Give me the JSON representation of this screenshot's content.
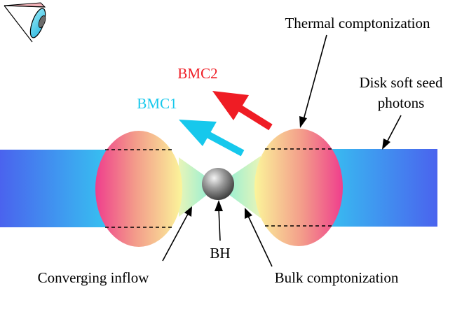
{
  "labels": {
    "thermal": "Thermal comptonization",
    "bmc2": "BMC2",
    "bmc1": "BMC1",
    "disk_line1": "Disk soft seed",
    "disk_line2": "photons",
    "bh": "BH",
    "converging": "Converging inflow",
    "bulk": "Bulk comptonization"
  },
  "colors": {
    "bmc1": "#16c8ec",
    "bmc2": "#ef1c24",
    "disk_left": "#4a63ee",
    "disk_right": "#36c6f1",
    "corona_pink": "#ef3e8c",
    "corona_yellow": "#fbf59a",
    "inflow": "#bdf5d2"
  },
  "icons": {
    "observer": "eye-icon"
  }
}
